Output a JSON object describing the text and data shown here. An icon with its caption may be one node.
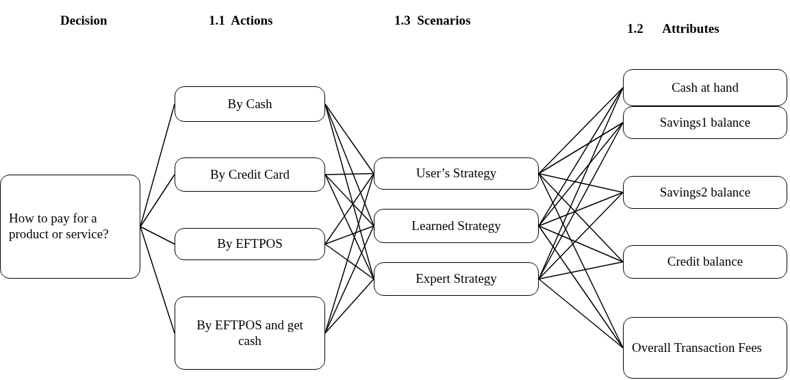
{
  "diagram": {
    "nodes": [
      {
        "text": [
          "How to pay for a product or service?"
        ]
      },
      {
        "text": [
          "By Cash"
        ]
      },
      {
        "text": [
          "By Credit Card"
        ]
      },
      {
        "text": [
          "By EFTPOS"
        ]
      },
      {
        "text": [
          "By EFTPOS and get cash"
        ]
      },
      {
        "text": [
          "User’s Strategy"
        ]
      },
      {
        "text": [
          "Learned Strategy"
        ]
      },
      {
        "text": [
          "Expert Strategy"
        ]
      },
      {
        "text": [
          "Cash at hand"
        ]
      },
      {
        "text": [
          "Savings1 balance"
        ]
      },
      {
        "text": [
          "Savings2 balance"
        ]
      },
      {
        "text": [
          "Credit balance"
        ]
      },
      {
        "text": [
          "Overall Transaction Fees"
        ]
      }
    ],
    "edges": [
      {
        "from": 0,
        "to": 1,
        "arrow": "none"
      },
      {
        "from": 0,
        "to": 2,
        "arrow": "none"
      },
      {
        "from": 0,
        "to": 3,
        "arrow": "none"
      },
      {
        "from": 0,
        "to": 4,
        "arrow": "none"
      },
      {
        "from": 1,
        "to": 5,
        "arrow": "none"
      },
      {
        "from": 1,
        "to": 6,
        "arrow": "none"
      },
      {
        "from": 1,
        "to": 7,
        "arrow": "none"
      },
      {
        "from": 2,
        "to": 5,
        "arrow": "none"
      },
      {
        "from": 2,
        "to": 6,
        "arrow": "none"
      },
      {
        "from": 2,
        "to": 7,
        "arrow": "none"
      },
      {
        "from": 3,
        "to": 5,
        "arrow": "none"
      },
      {
        "from": 3,
        "to": 6,
        "arrow": "none"
      },
      {
        "from": 3,
        "to": 7,
        "arrow": "none"
      },
      {
        "from": 4,
        "to": 5,
        "arrow": "none"
      },
      {
        "from": 4,
        "to": 6,
        "arrow": "none"
      },
      {
        "from": 4,
        "to": 7,
        "arrow": "none"
      },
      {
        "from": 5,
        "to": 8,
        "arrow": "none"
      },
      {
        "from": 5,
        "to": 9,
        "arrow": "none"
      },
      {
        "from": 5,
        "to": 10,
        "arrow": "none"
      },
      {
        "from": 5,
        "to": 11,
        "arrow": "none"
      },
      {
        "from": 5,
        "to": 12,
        "arrow": "none"
      },
      {
        "from": 6,
        "to": 8,
        "arrow": "none"
      },
      {
        "from": 6,
        "to": 9,
        "arrow": "none"
      },
      {
        "from": 6,
        "to": 10,
        "arrow": "none"
      },
      {
        "from": 6,
        "to": 11,
        "arrow": "none"
      },
      {
        "from": 6,
        "to": 12,
        "arrow": "none"
      },
      {
        "from": 7,
        "to": 8,
        "arrow": "none"
      },
      {
        "from": 7,
        "to": 9,
        "arrow": "none"
      },
      {
        "from": 7,
        "to": 10,
        "arrow": "none"
      },
      {
        "from": 7,
        "to": 11,
        "arrow": "none"
      },
      {
        "from": 7,
        "to": 12,
        "arrow": "none"
      }
    ],
    "labels": [
      "Decision",
      "1.1  Actions",
      "1.3  Scenarios",
      "1.2      Attributes"
    ]
  }
}
